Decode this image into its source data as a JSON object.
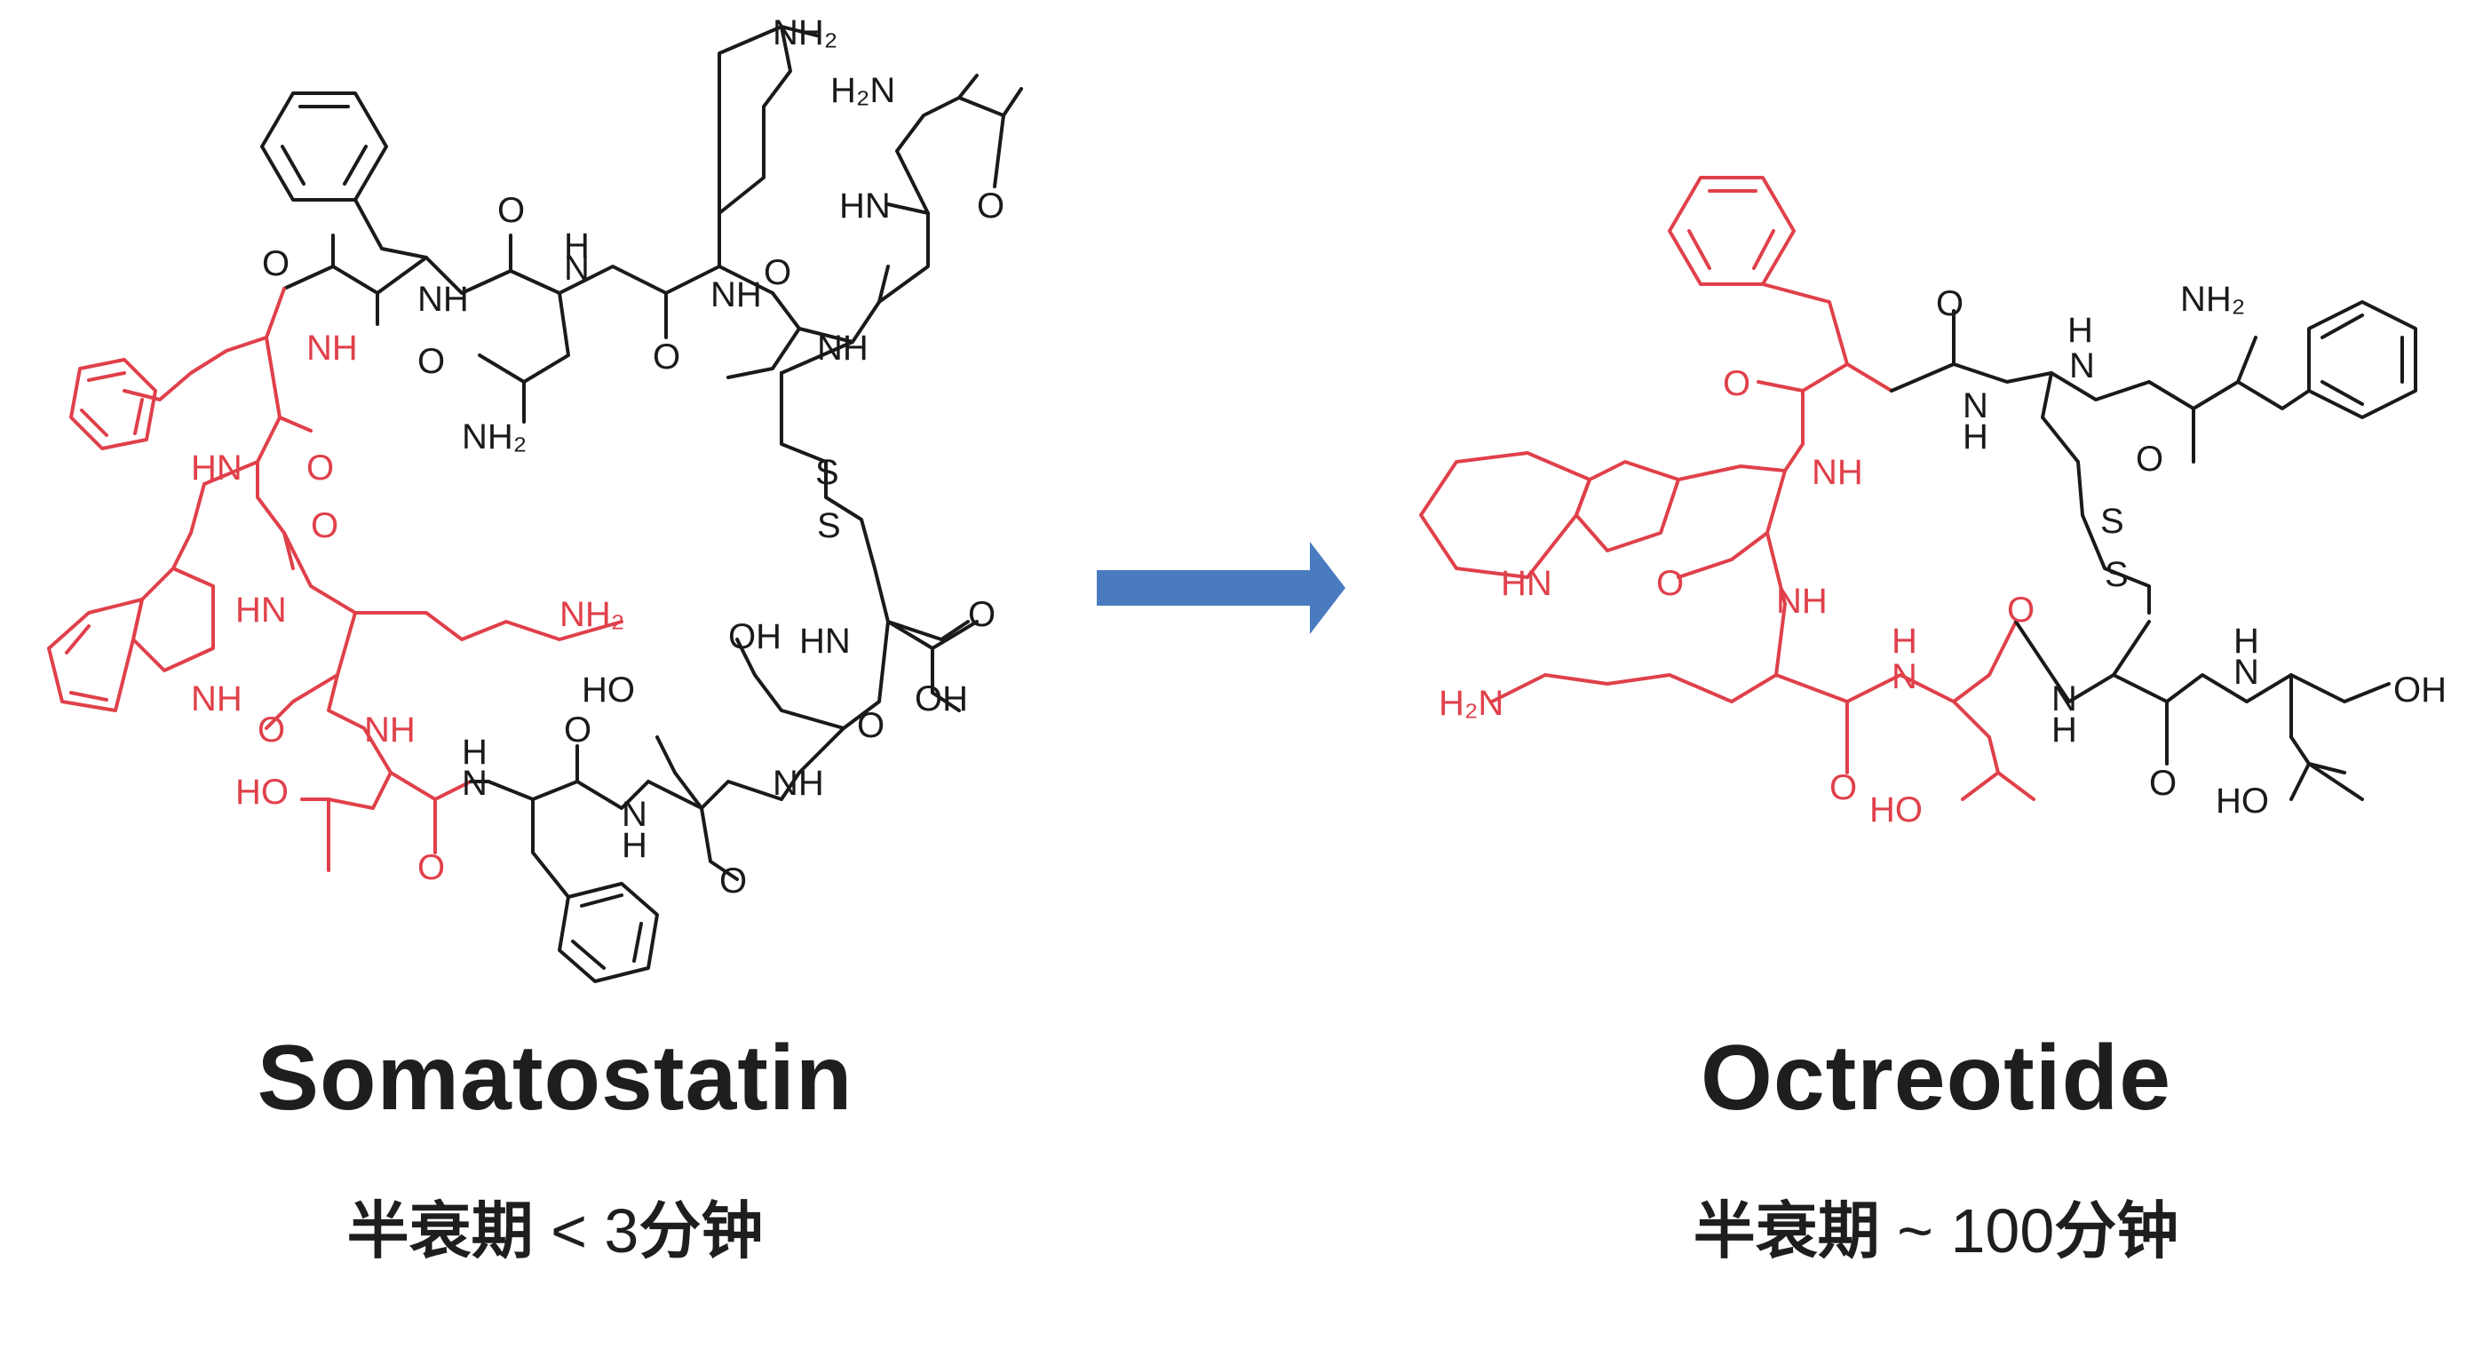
{
  "colors": {
    "black": "#1a1a1a",
    "red": "#e0404a",
    "arrow": "#4a7bbf"
  },
  "left": {
    "name": "Somatostatin",
    "half_life_prefix": "半衰期",
    "half_life_relation": "< 3",
    "half_life_unit": "分钟",
    "labels": {
      "nh2_top": "NH₂",
      "h2n_ala": "H₂N",
      "hn_gly": "HN",
      "o_ala": "O",
      "o_phe1": "O",
      "nh_a": "NH",
      "o_asn": "O",
      "n_asn": "N",
      "h_asn": "H",
      "nh_lys": "NH",
      "o_cys": "O",
      "nh_cys": "NH",
      "o_b": "O",
      "o_c": "O",
      "nh2_asn": "NH₂",
      "s1": "S",
      "s2": "S",
      "hn_phe2": "HN",
      "o_phe2": "O",
      "nh_phe2": "NH",
      "o_trp": "O",
      "hn_trp": "HN",
      "nh_ind": "NH",
      "nh2_lys2": "NH₂",
      "o_lys2": "O",
      "nh_thr": "NH",
      "ho_thr": "HO",
      "o_thr": "O",
      "hn_phe3": "N",
      "h_phe3": "H",
      "o_phe3": "O",
      "ho_thr2": "HO",
      "n_thr2": "N",
      "h_thr2": "H",
      "o_thr2": "O",
      "oh_ser": "OH",
      "hn_ser": "HN",
      "nh_ser": "NH",
      "o_ser": "O",
      "o_acid": "O",
      "oh_acid": "OH"
    }
  },
  "right": {
    "name": "Octreotide",
    "half_life_prefix": "半衰期",
    "half_life_relation": "~ 100",
    "half_life_unit": "分钟",
    "labels": {
      "o1": "O",
      "nh1": "N",
      "h1": "H",
      "o2": "O",
      "nh2": "N",
      "h2": "H",
      "nh2_phe": "NH₂",
      "o3": "O",
      "nh_trp": "NH",
      "hn_ind": "HN",
      "o4": "O",
      "nh_lys": "NH",
      "h2n": "H₂N",
      "o5": "O",
      "n_thr": "N",
      "h_thr": "H",
      "o6": "O",
      "ho_thr": "HO",
      "n_cys": "N",
      "h_cys": "H",
      "o7": "O",
      "n_ol": "N",
      "h_ol": "H",
      "oh_ol": "OH",
      "ho_ol": "HO",
      "s1": "S",
      "s2": "S"
    }
  }
}
